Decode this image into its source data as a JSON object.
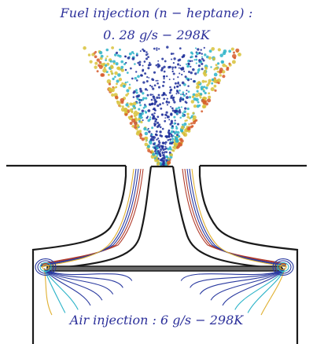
{
  "labels": {
    "fuel_line_1": "Fuel injection (n − heptane) :",
    "fuel_line_2": "0. 28 g/s − 298K",
    "air": "Air injection : 6 g/s − 298K"
  },
  "colors": {
    "label": "#2b2f9a",
    "geometry": "#1a1a1a",
    "spray_core": "#1f2f9a",
    "spray_mid": "#2bb3c8",
    "spray_warm": "#d8c23a",
    "spray_hot": "#d65a2a",
    "streamline_cool": "#2a3aa0",
    "streamline_warm": "#e0b030",
    "streamline_hot": "#b03a2a",
    "plate": "#6a6a6a"
  }
}
